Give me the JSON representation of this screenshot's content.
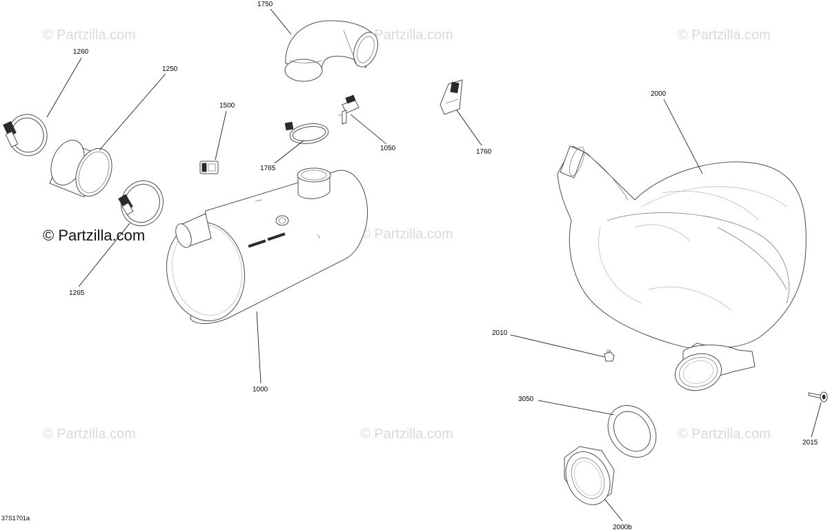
{
  "figure_id": "37S1701a",
  "watermark": {
    "faint_text": "© Partzilla.com",
    "prominent_text": "© Partzilla.com"
  },
  "callouts": {
    "c1750": "1750",
    "c1260": "1260",
    "c1250": "1250",
    "c1500": "1500",
    "c1050": "1050",
    "c1765": "1765",
    "c1760": "1760",
    "c2000": "2000",
    "c1265": "1265",
    "c1000": "1000",
    "c2010": "2010",
    "c3050": "3050",
    "c2015": "2015",
    "c2000b": "2000b"
  },
  "parts": [
    {
      "key": "c1000",
      "name": "muffler"
    },
    {
      "key": "c1050",
      "name": "temperature-sensor"
    },
    {
      "key": "c1250",
      "name": "sleeve"
    },
    {
      "key": "c1260",
      "name": "clamp"
    },
    {
      "key": "c1265",
      "name": "clamp"
    },
    {
      "key": "c1500",
      "name": "connector"
    },
    {
      "key": "c1750",
      "name": "elbow-hose"
    },
    {
      "key": "c1760",
      "name": "clip"
    },
    {
      "key": "c1765",
      "name": "clamp"
    },
    {
      "key": "c2000",
      "name": "air-silencer"
    },
    {
      "key": "c2000b",
      "name": "nut"
    },
    {
      "key": "c2010",
      "name": "plug"
    },
    {
      "key": "c2015",
      "name": "screw"
    },
    {
      "key": "c3050",
      "name": "gasket"
    }
  ]
}
